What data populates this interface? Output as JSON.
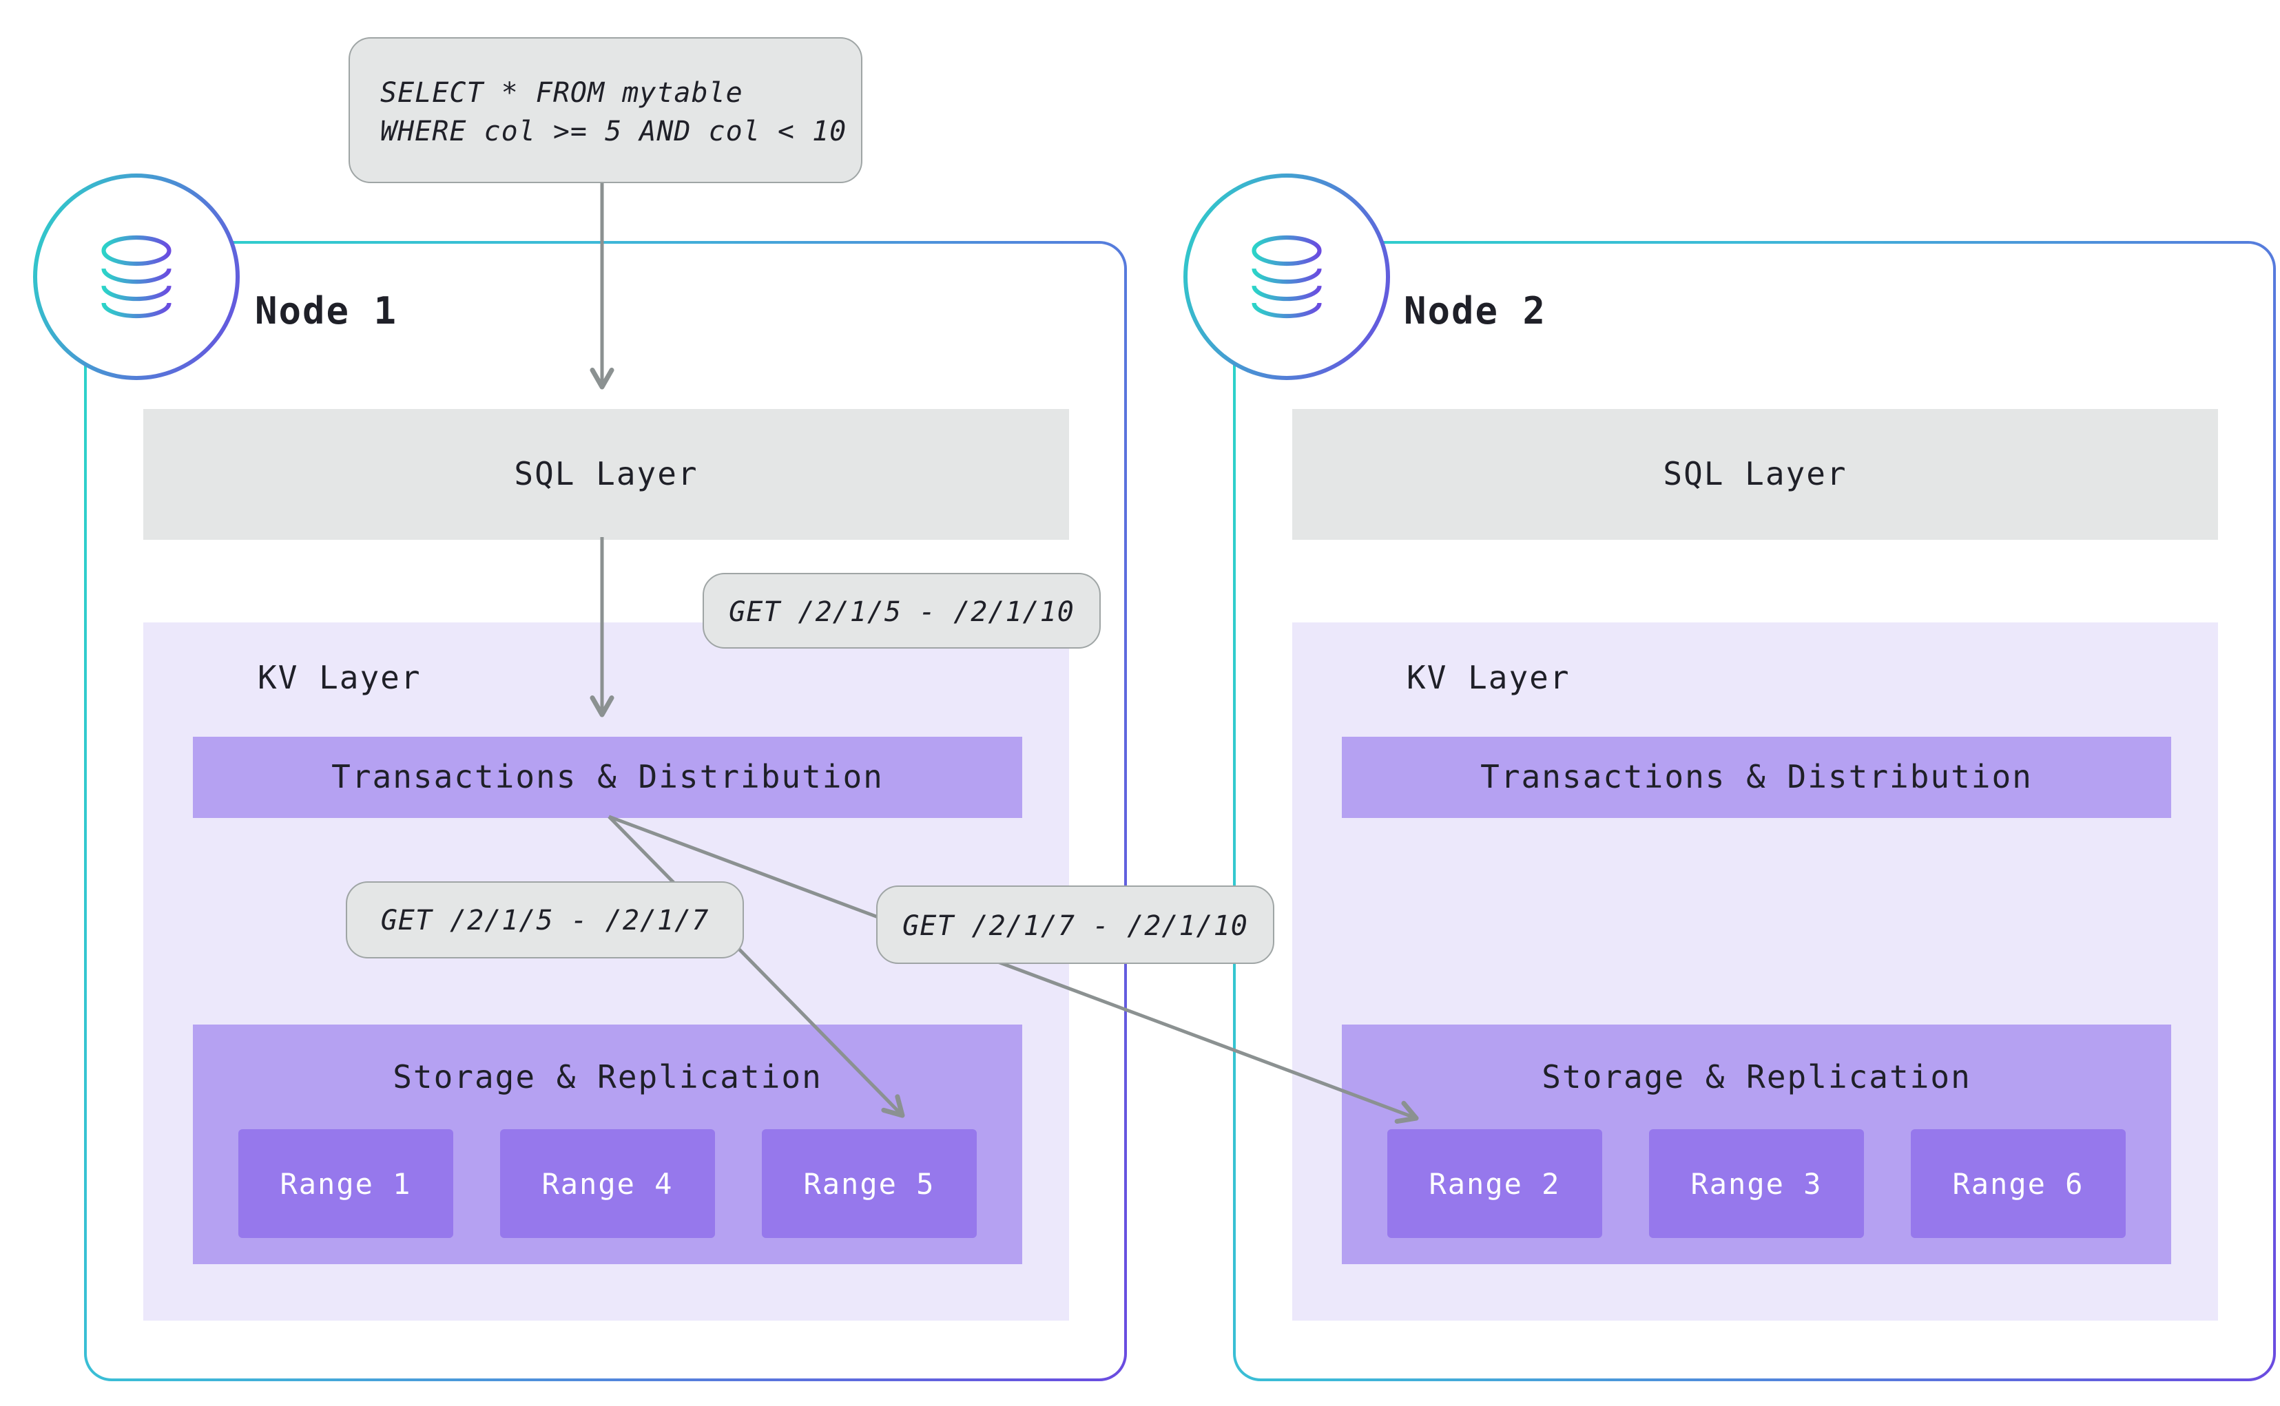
{
  "diagram": {
    "sql_query": {
      "line1": "SELECT * FROM mytable",
      "line2": "WHERE col >= 5 AND col < 10"
    },
    "labels": {
      "get_full": "GET /2/1/5 - /2/1/10",
      "get_left": "GET /2/1/5 - /2/1/7",
      "get_right": "GET /2/1/7 - /2/1/10"
    },
    "nodes": [
      {
        "title": "Node 1",
        "sql_layer": "SQL Layer",
        "kv_layer": "KV Layer",
        "transactions": "Transactions & Distribution",
        "storage": "Storage & Replication",
        "ranges": [
          "Range 1",
          "Range 4",
          "Range 5"
        ]
      },
      {
        "title": "Node 2",
        "sql_layer": "SQL Layer",
        "kv_layer": "KV Layer",
        "transactions": "Transactions & Distribution",
        "storage": "Storage & Replication",
        "ranges": [
          "Range 2",
          "Range 3",
          "Range 6"
        ]
      }
    ],
    "colors": {
      "teal": "#2BD4C8",
      "indigo": "#6A4BE0",
      "kv_bg": "#ECE8FB",
      "bar_bg": "#B5A1F2",
      "range_bg": "#9678EC",
      "bubble_bg": "#E4E6E6",
      "bubble_border": "#9FA5A5",
      "arrow": "#8B9191",
      "text_dark": "#1F2028"
    }
  }
}
